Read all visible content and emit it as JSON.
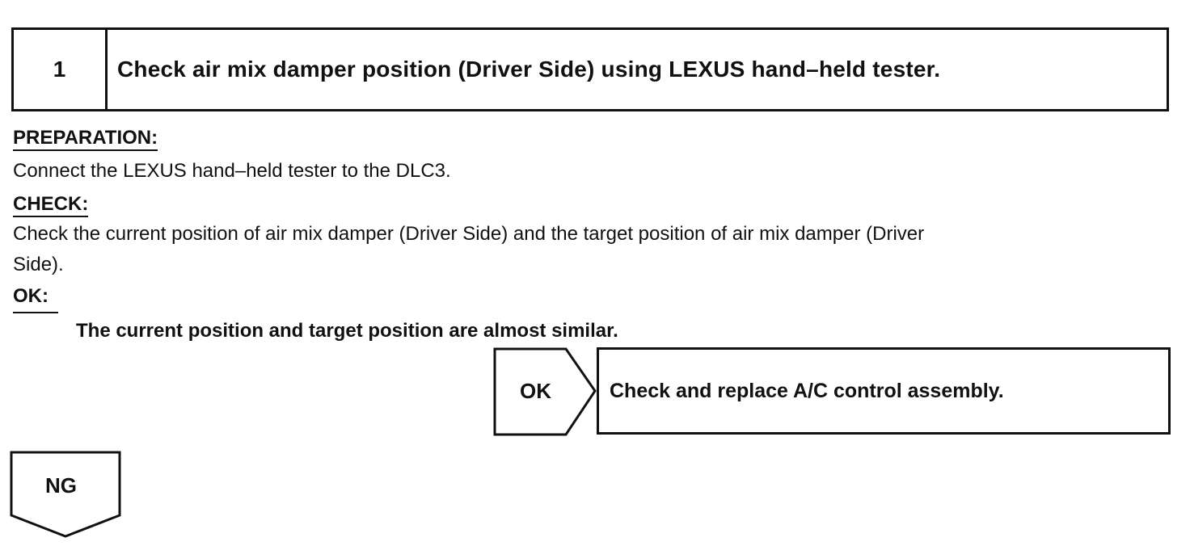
{
  "step": {
    "number": "1",
    "title": "Check air mix damper position (Driver Side) using LEXUS hand–held tester."
  },
  "preparation": {
    "heading": "PREPARATION:",
    "text": "Connect the LEXUS hand–held tester to the DLC3."
  },
  "check": {
    "heading": "CHECK:",
    "text_line1": "Check the current position of air mix damper (Driver Side) and the target position of air mix damper (Driver",
    "text_line2": "Side)."
  },
  "ok_criteria": {
    "heading": "OK:",
    "text": "The current position and target position are almost similar."
  },
  "branches": {
    "ok": {
      "label": "OK",
      "action": "Check and replace A/C control assembly."
    },
    "ng": {
      "label": "NG"
    }
  }
}
